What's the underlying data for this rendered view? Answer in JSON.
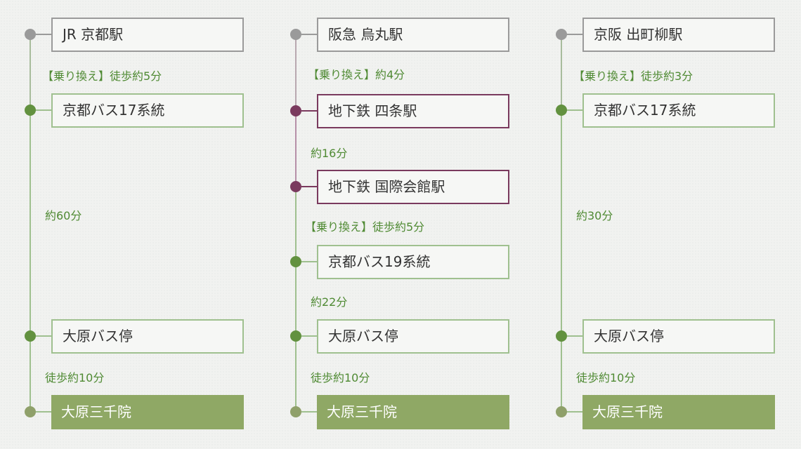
{
  "colors": {
    "gray": "#9a9a9a",
    "green": "#62913f",
    "lightgreen": "#9fc08f",
    "purple": "#7a3a5e",
    "dest_bg": "#8fa865",
    "dest_dot": "#8fa06a",
    "text_green": "#4f8a33"
  },
  "routes": [
    {
      "id": "jr",
      "nodes": [
        {
          "label": "JR 京都駅",
          "kind": "gray"
        },
        {
          "label": "京都バス17系統",
          "kind": "green"
        },
        {
          "label": "大原バス停",
          "kind": "green"
        },
        {
          "label": "大原三千院",
          "kind": "dest"
        }
      ],
      "segments": [
        {
          "text": "【乗り換え】徒歩約5分"
        },
        {
          "text": "約60分"
        },
        {
          "text": "徒歩約10分"
        }
      ]
    },
    {
      "id": "hankyu",
      "nodes": [
        {
          "label": "阪急 烏丸駅",
          "kind": "gray"
        },
        {
          "label": "地下鉄 四条駅",
          "kind": "purple"
        },
        {
          "label": "地下鉄 国際会館駅",
          "kind": "purple"
        },
        {
          "label": "京都バス19系統",
          "kind": "green"
        },
        {
          "label": "大原バス停",
          "kind": "green"
        },
        {
          "label": "大原三千院",
          "kind": "dest"
        }
      ],
      "segments": [
        {
          "text": "【乗り換え】約4分"
        },
        {
          "text": "約16分"
        },
        {
          "text": "【乗り換え】徒歩約5分"
        },
        {
          "text": "約22分"
        },
        {
          "text": "徒歩約10分"
        }
      ]
    },
    {
      "id": "keihan",
      "nodes": [
        {
          "label": "京阪 出町柳駅",
          "kind": "gray"
        },
        {
          "label": "京都バス17系統",
          "kind": "green"
        },
        {
          "label": "大原バス停",
          "kind": "green"
        },
        {
          "label": "大原三千院",
          "kind": "dest"
        }
      ],
      "segments": [
        {
          "text": "【乗り換え】徒歩約3分"
        },
        {
          "text": "約30分"
        },
        {
          "text": "徒歩約10分"
        }
      ]
    }
  ]
}
